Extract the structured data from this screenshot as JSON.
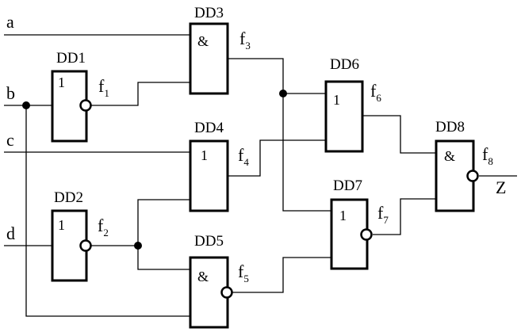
{
  "inputs": {
    "a": "a",
    "b": "b",
    "c": "c",
    "d": "d"
  },
  "output": "Z",
  "gates": {
    "dd1": {
      "name": "DD1",
      "func": "1"
    },
    "dd2": {
      "name": "DD2",
      "func": "1"
    },
    "dd3": {
      "name": "DD3",
      "func": "&"
    },
    "dd4": {
      "name": "DD4",
      "func": "1"
    },
    "dd5": {
      "name": "DD5",
      "func": "&"
    },
    "dd6": {
      "name": "DD6",
      "func": "1"
    },
    "dd7": {
      "name": "DD7",
      "func": "1"
    },
    "dd8": {
      "name": "DD8",
      "func": "&"
    }
  },
  "signals": {
    "f1": {
      "base": "f",
      "sub": "1"
    },
    "f2": {
      "base": "f",
      "sub": "2"
    },
    "f3": {
      "base": "f",
      "sub": "3"
    },
    "f4": {
      "base": "f",
      "sub": "4"
    },
    "f5": {
      "base": "f",
      "sub": "5"
    },
    "f6": {
      "base": "f",
      "sub": "6"
    },
    "f7": {
      "base": "f",
      "sub": "7"
    },
    "f8": {
      "base": "f",
      "sub": "8"
    }
  }
}
